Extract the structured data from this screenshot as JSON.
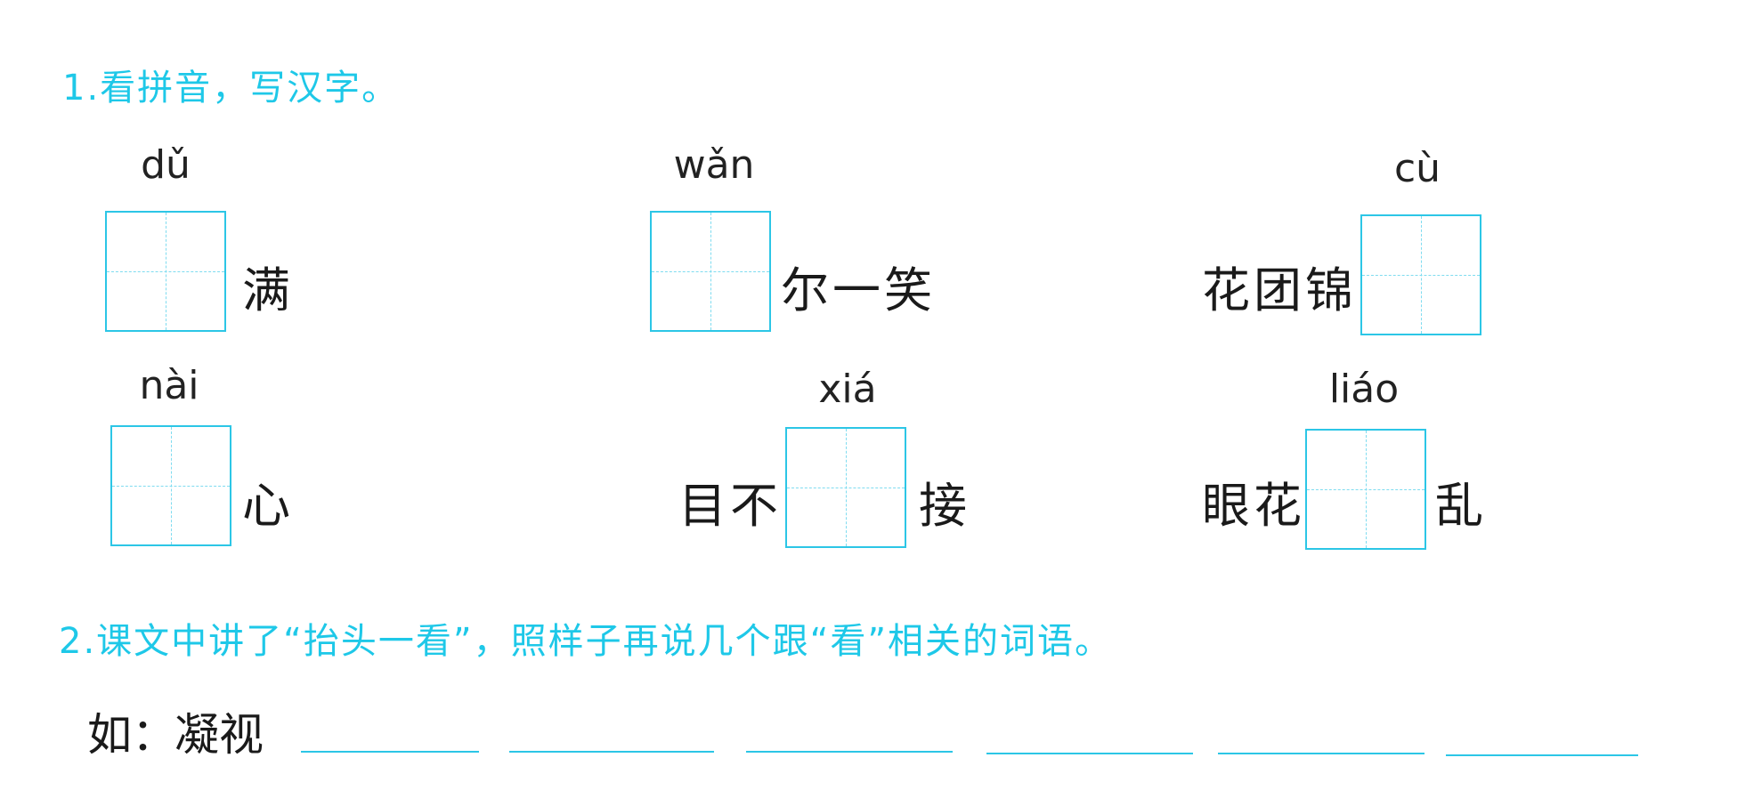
{
  "q1": {
    "title": "1.看拼音，写汉字。",
    "items": [
      {
        "pinyin": "dǔ",
        "before": "",
        "after": "满"
      },
      {
        "pinyin": "wǎn",
        "before": "",
        "after": "尔一笑"
      },
      {
        "pinyin": "cù",
        "before": "花团锦",
        "after": ""
      },
      {
        "pinyin": "nài",
        "before": "",
        "after": "心"
      },
      {
        "pinyin": "xiá",
        "before": "目不",
        "after": "接"
      },
      {
        "pinyin": "liáo",
        "before": "眼花",
        "after": "乱"
      }
    ]
  },
  "q2": {
    "title": "2.课文中讲了“抬头一看”，照样子再说几个跟“看”相关的词语。",
    "example_prefix": "如：",
    "example_word": "凝视"
  },
  "colors": {
    "accent": "#1ec8e8",
    "text": "#1a1a1a"
  }
}
